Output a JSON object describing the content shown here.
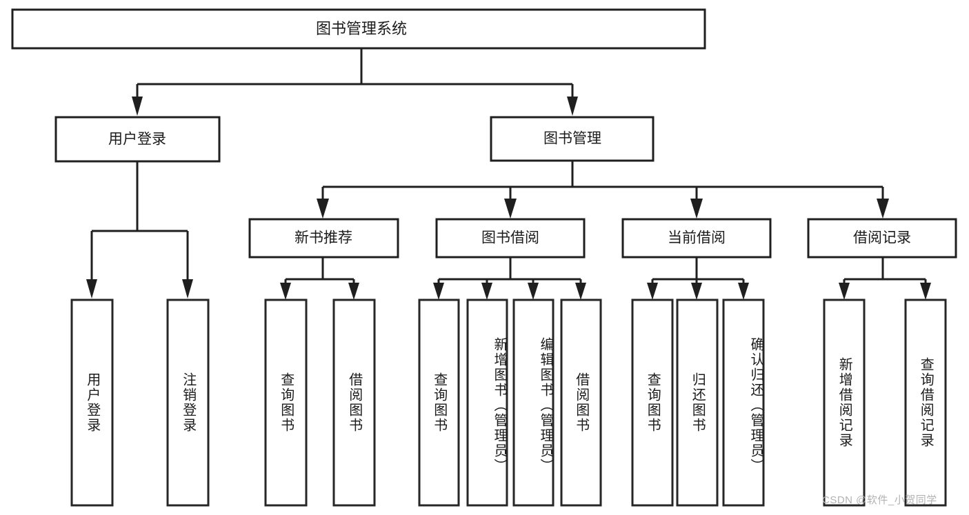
{
  "diagram": {
    "type": "tree",
    "title": "图书管理系统",
    "root": {
      "label": "图书管理系统",
      "children": [
        {
          "label": "用户登录",
          "children": [
            {
              "label": "用户登录"
            },
            {
              "label": "注销登录"
            }
          ]
        },
        {
          "label": "图书管理",
          "children": [
            {
              "label": "新书推荐",
              "children": [
                {
                  "label": "查询图书"
                },
                {
                  "label": "借阅图书"
                }
              ]
            },
            {
              "label": "图书借阅",
              "children": [
                {
                  "label": "查询图书"
                },
                {
                  "label": "新增图书（管理员）"
                },
                {
                  "label": "编辑图书（管理员）"
                },
                {
                  "label": "借阅图书"
                }
              ]
            },
            {
              "label": "当前借阅",
              "children": [
                {
                  "label": "查询图书"
                },
                {
                  "label": "归还图书"
                },
                {
                  "label": "确认归还（管理员）"
                }
              ]
            },
            {
              "label": "借阅记录",
              "children": [
                {
                  "label": "新增借阅记录"
                },
                {
                  "label": "查询借阅记录"
                }
              ]
            }
          ]
        }
      ]
    },
    "nodes": {
      "root": "图书管理系统",
      "user_login": "用户登录",
      "book_manage": "图书管理",
      "new_book_rec": "新书推荐",
      "book_borrow": "图书借阅",
      "current_borrow": "当前借阅",
      "borrow_record": "借阅记录",
      "leaf_user_login": "用户登录",
      "leaf_user_logout": "注销登录",
      "leaf_nbr_query": "查询图书",
      "leaf_nbr_borrow": "借阅图书",
      "leaf_bb_query": "查询图书",
      "leaf_bb_add": "新增图书（管理员）",
      "leaf_bb_edit": "编辑图书（管理员）",
      "leaf_bb_borrow": "借阅图书",
      "leaf_cb_query": "查询图书",
      "leaf_cb_return": "归还图书",
      "leaf_cb_confirm": "确认归还（管理员）",
      "leaf_br_add": "新增借阅记录",
      "leaf_br_query": "查询借阅记录"
    },
    "colors": {
      "stroke": "#1f1f1f",
      "fill": "#ffffff",
      "text": "#1b1b1b",
      "watermark": "#b3b3b3"
    }
  },
  "watermark": {
    "text": "CSDN @软件_小贺同学"
  }
}
